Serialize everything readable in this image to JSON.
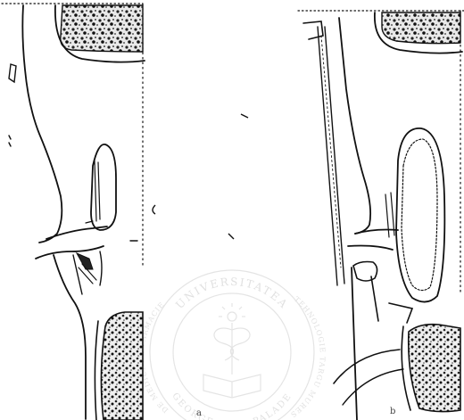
{
  "watermark": {
    "top_text": "UNIVERSITATEA",
    "left_text": "DE MEDICINA, FARMACIE",
    "bottom_text": "GEORGE EMIL PALADE",
    "right_text": "TEHNOLOGIE TARGU MURES",
    "color": "#d6d6d6"
  },
  "figure": {
    "ink_color": "#111111",
    "panel_markers": [
      "a",
      "b"
    ]
  }
}
